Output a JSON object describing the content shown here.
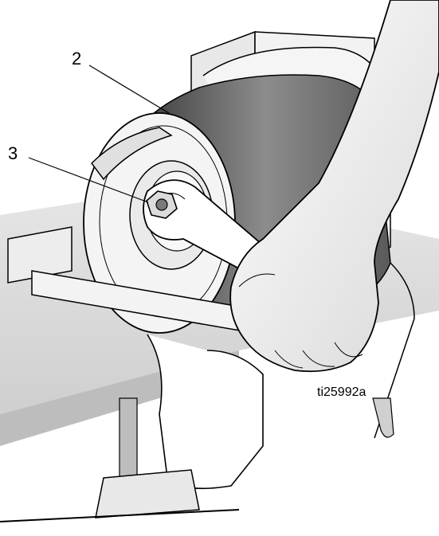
{
  "callouts": {
    "c2": "2",
    "c3": "3"
  },
  "figure_id": "ti25992a",
  "colors": {
    "line": "#000000",
    "shade_dark": "#4a4a4a",
    "shade_mid": "#8a8a8a",
    "shade_light": "#d9d9d9",
    "background": "#ffffff"
  }
}
